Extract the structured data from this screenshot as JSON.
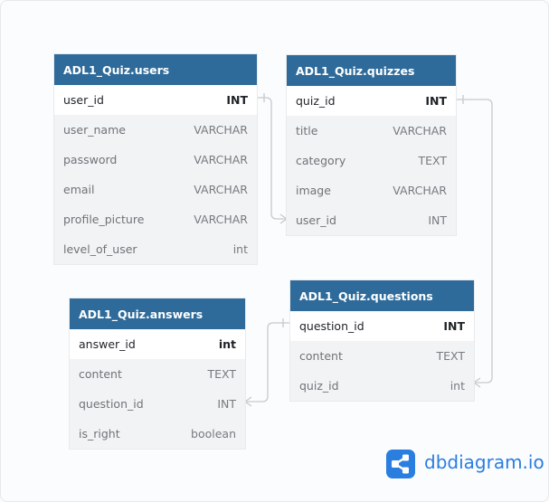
{
  "tables": {
    "users": {
      "name": "ADL1_Quiz.users",
      "fields": [
        {
          "name": "user_id",
          "type": "INT"
        },
        {
          "name": "user_name",
          "type": "VARCHAR"
        },
        {
          "name": "password",
          "type": "VARCHAR"
        },
        {
          "name": "email",
          "type": "VARCHAR"
        },
        {
          "name": "profile_picture",
          "type": "VARCHAR"
        },
        {
          "name": "level_of_user",
          "type": "int"
        }
      ]
    },
    "quizzes": {
      "name": "ADL1_Quiz.quizzes",
      "fields": [
        {
          "name": "quiz_id",
          "type": "INT"
        },
        {
          "name": "title",
          "type": "VARCHAR"
        },
        {
          "name": "category",
          "type": "TEXT"
        },
        {
          "name": "image",
          "type": "VARCHAR"
        },
        {
          "name": "user_id",
          "type": "INT"
        }
      ]
    },
    "questions": {
      "name": "ADL1_Quiz.questions",
      "fields": [
        {
          "name": "question_id",
          "type": "INT"
        },
        {
          "name": "content",
          "type": "TEXT"
        },
        {
          "name": "quiz_id",
          "type": "int"
        }
      ]
    },
    "answers": {
      "name": "ADL1_Quiz.answers",
      "fields": [
        {
          "name": "answer_id",
          "type": "int"
        },
        {
          "name": "content",
          "type": "TEXT"
        },
        {
          "name": "question_id",
          "type": "INT"
        },
        {
          "name": "is_right",
          "type": "boolean"
        }
      ]
    }
  },
  "relations": [
    {
      "from": "users.user_id",
      "to": "quizzes.user_id"
    },
    {
      "from": "quizzes.quiz_id",
      "to": "questions.quiz_id"
    },
    {
      "from": "questions.question_id",
      "to": "answers.question_id"
    }
  ],
  "branding": {
    "logo_text": "dbdiagram.io",
    "logo_icon": "share-nodes-icon",
    "header_color": "#2f6b9a",
    "brand_color": "#2a7ee0"
  }
}
